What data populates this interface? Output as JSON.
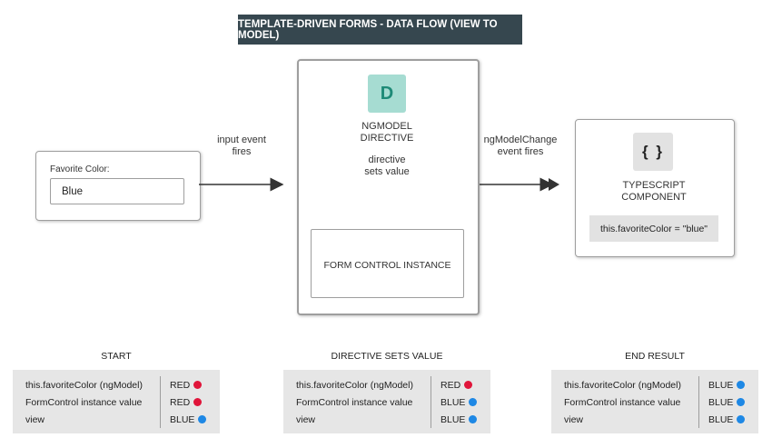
{
  "title": "TEMPLATE-DRIVEN FORMS - DATA FLOW (VIEW TO MODEL)",
  "view_box": {
    "label": "Favorite Color:",
    "input_value": "Blue"
  },
  "arrow_labels": {
    "input_event_line1": "input event",
    "input_event_line2": "fires",
    "ngmodelchange_line1": "ngModelChange",
    "ngmodelchange_line2": "event fires"
  },
  "directive_box": {
    "icon_letter": "D",
    "name_line1": "NGMODEL",
    "name_line2": "DIRECTIVE",
    "sets_line1": "directive",
    "sets_line2": "sets value",
    "form_control": "FORM CONTROL INSTANCE"
  },
  "component_box": {
    "icon_glyph": "{ }",
    "name_line1": "TYPESCRIPT",
    "name_line2": "COMPONENT",
    "assignment": "this.favoriteColor = \"blue\""
  },
  "colors": {
    "red": "#e0153a",
    "blue": "#1e88e5",
    "title_bg": "#36474f",
    "directive_icon_bg": "#a6dcd2"
  },
  "tables": [
    {
      "title": "START",
      "rows": [
        {
          "name": "this.favoriteColor (ngModel)",
          "value": "RED",
          "color": "#e0153a"
        },
        {
          "name": "FormControl instance value",
          "value": "RED",
          "color": "#e0153a"
        },
        {
          "name": "view",
          "value": "BLUE",
          "color": "#1e88e5"
        }
      ]
    },
    {
      "title": "DIRECTIVE SETS VALUE",
      "rows": [
        {
          "name": "this.favoriteColor (ngModel)",
          "value": "RED",
          "color": "#e0153a"
        },
        {
          "name": "FormControl instance value",
          "value": "BLUE",
          "color": "#1e88e5"
        },
        {
          "name": "view",
          "value": "BLUE",
          "color": "#1e88e5"
        }
      ]
    },
    {
      "title": "END RESULT",
      "rows": [
        {
          "name": "this.favoriteColor (ngModel)",
          "value": "BLUE",
          "color": "#1e88e5"
        },
        {
          "name": "FormControl instance value",
          "value": "BLUE",
          "color": "#1e88e5"
        },
        {
          "name": "view",
          "value": "BLUE",
          "color": "#1e88e5"
        }
      ]
    }
  ]
}
